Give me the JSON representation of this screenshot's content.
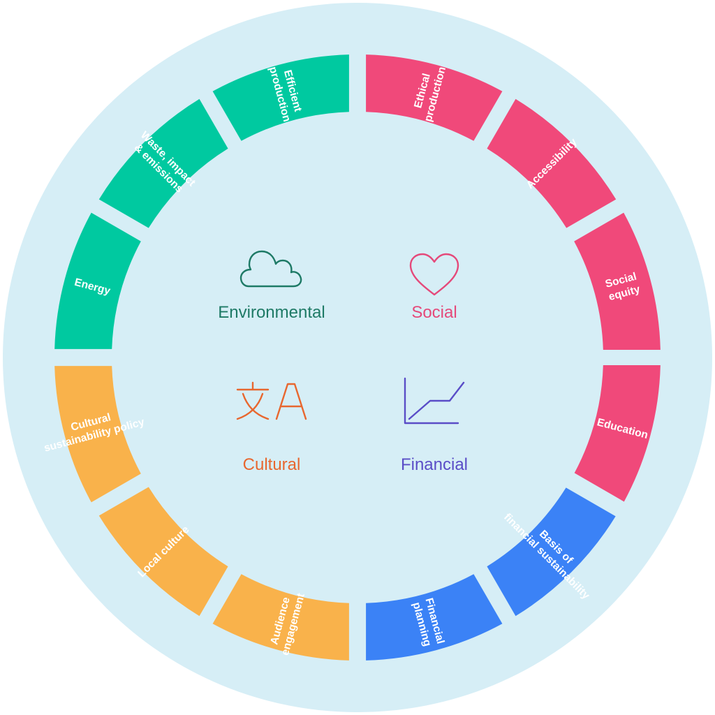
{
  "colors": {
    "background_disc": "#d6eef6",
    "environmental": "#00c9a0",
    "social": "#f0497a",
    "cultural": "#f9b24b",
    "financial": "#3b82f6",
    "environmental_text": "#1e7a66",
    "social_text": "#e5497a",
    "cultural_text": "#e8672f",
    "financial_text": "#5a4dc7"
  },
  "categories": [
    {
      "key": "environmental",
      "label": "Environmental",
      "icon": "cloud-icon"
    },
    {
      "key": "social",
      "label": "Social",
      "icon": "heart-icon"
    },
    {
      "key": "cultural",
      "label": "Cultural",
      "icon": "translate-icon"
    },
    {
      "key": "financial",
      "label": "Financial",
      "icon": "line-chart-icon"
    }
  ],
  "segments": [
    {
      "category": "social",
      "lines": [
        "Ethical",
        "production"
      ]
    },
    {
      "category": "social",
      "lines": [
        "Accessibility"
      ]
    },
    {
      "category": "social",
      "lines": [
        "Social",
        "equity"
      ]
    },
    {
      "category": "social",
      "lines": [
        "Education"
      ]
    },
    {
      "category": "financial",
      "lines": [
        "Basis of",
        "financial sustainability"
      ]
    },
    {
      "category": "financial",
      "lines": [
        "Financial",
        "planning"
      ]
    },
    {
      "category": "cultural",
      "lines": [
        "Audience",
        "engagement"
      ]
    },
    {
      "category": "cultural",
      "lines": [
        "Local culture"
      ]
    },
    {
      "category": "cultural",
      "lines": [
        "Cultural",
        "sustainability policy"
      ]
    },
    {
      "category": "environmental",
      "lines": [
        "Energy"
      ]
    },
    {
      "category": "environmental",
      "lines": [
        "Waste, impact",
        "& emissions"
      ]
    },
    {
      "category": "environmental",
      "lines": [
        "Efficient",
        "production"
      ]
    }
  ]
}
